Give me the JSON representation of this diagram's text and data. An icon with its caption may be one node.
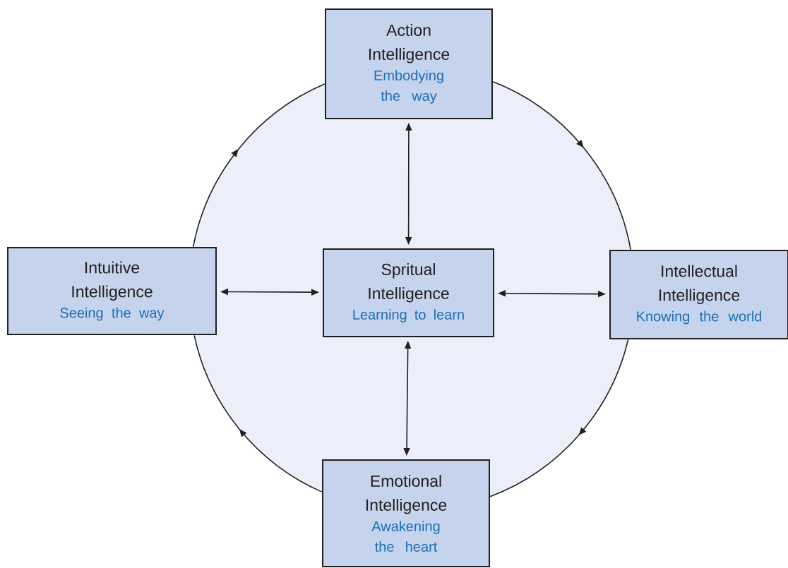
{
  "diagram": {
    "nodes": [
      {
        "text": [
          "Action Intelligence",
          "Embodying the way"
        ]
      },
      {
        "text": [
          "Intuitive Intelligence",
          "Seeing the way"
        ]
      },
      {
        "text": [
          "Spritual Intelligence",
          "Learning to learn"
        ]
      },
      {
        "text": [
          "Intellectual Intelligence",
          "Knowing the world"
        ]
      },
      {
        "text": [
          "Emotional Intelligence",
          "Awakening the heart"
        ]
      }
    ],
    "edges": [
      {
        "from": 0,
        "to": 3,
        "arrow": "to"
      },
      {
        "from": 3,
        "to": 4,
        "arrow": "to"
      },
      {
        "from": 4,
        "to": 1,
        "arrow": "to"
      },
      {
        "from": 1,
        "to": 0,
        "arrow": "to"
      },
      {
        "from": 2,
        "to": 0,
        "arrow": "both"
      },
      {
        "from": 1,
        "to": 2,
        "arrow": "both"
      },
      {
        "from": 2,
        "to": 3,
        "arrow": "both"
      },
      {
        "from": 2,
        "to": 4,
        "arrow": "both"
      }
    ]
  }
}
